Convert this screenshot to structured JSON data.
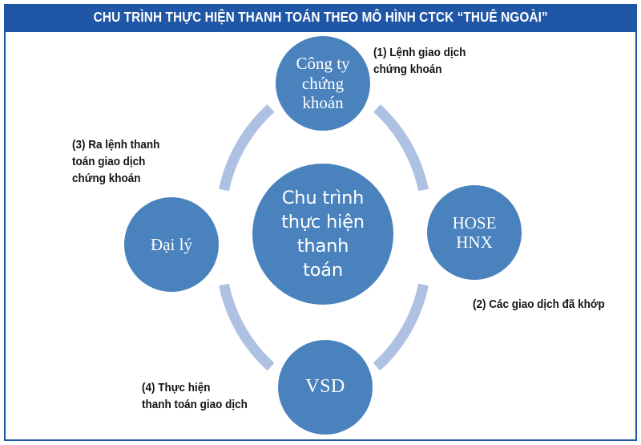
{
  "header": {
    "title": "CHU TRÌNH THỰC HIỆN THANH TOÁN THEO MÔ HÌNH CTCK “THUÊ NGOÀI”"
  },
  "colors": {
    "header_bg": "#1f56a5",
    "panel_border": "#1f56a5",
    "node_fill": "#4a82bd",
    "ring": "#aec1e3",
    "node_text": "#ffffff",
    "callout_text": "#141414",
    "page_bg": "#ffffff"
  },
  "diagram": {
    "type": "cycle-diagram",
    "center": {
      "name": "Chu trình thực hiện thanh toán",
      "lines": [
        "Chu trình",
        "thực hiện",
        "thanh",
        "toán"
      ]
    },
    "nodes": [
      {
        "id": "cong-ty-chung-khoan",
        "position": "top",
        "lines": [
          "Công ty",
          "chứng",
          "khoán"
        ]
      },
      {
        "id": "hose-hnx",
        "position": "right",
        "lines": [
          "HOSE",
          "HNX"
        ]
      },
      {
        "id": "vsd",
        "position": "bottom",
        "lines": [
          "VSD"
        ]
      },
      {
        "id": "dai-ly",
        "position": "left",
        "lines": [
          "Đại lý"
        ]
      }
    ],
    "callouts": [
      {
        "id": "step-1",
        "step": "(1)",
        "near": "cong-ty-chung-khoan",
        "lines": [
          "(1) Lệnh giao dịch",
          "chứng khoán"
        ]
      },
      {
        "id": "step-2",
        "step": "(2)",
        "near": "hose-hnx",
        "lines": [
          "(2) Các giao dịch đã khớp"
        ]
      },
      {
        "id": "step-3",
        "step": "(3)",
        "near": "dai-ly",
        "lines": [
          "(3) Ra lệnh thanh",
          "toán giao dịch",
          "chứng khoán"
        ]
      },
      {
        "id": "step-4",
        "step": "(4)",
        "near": "vsd",
        "lines": [
          "(4) Thực hiện",
          "thanh toán giao dịch"
        ]
      }
    ]
  }
}
